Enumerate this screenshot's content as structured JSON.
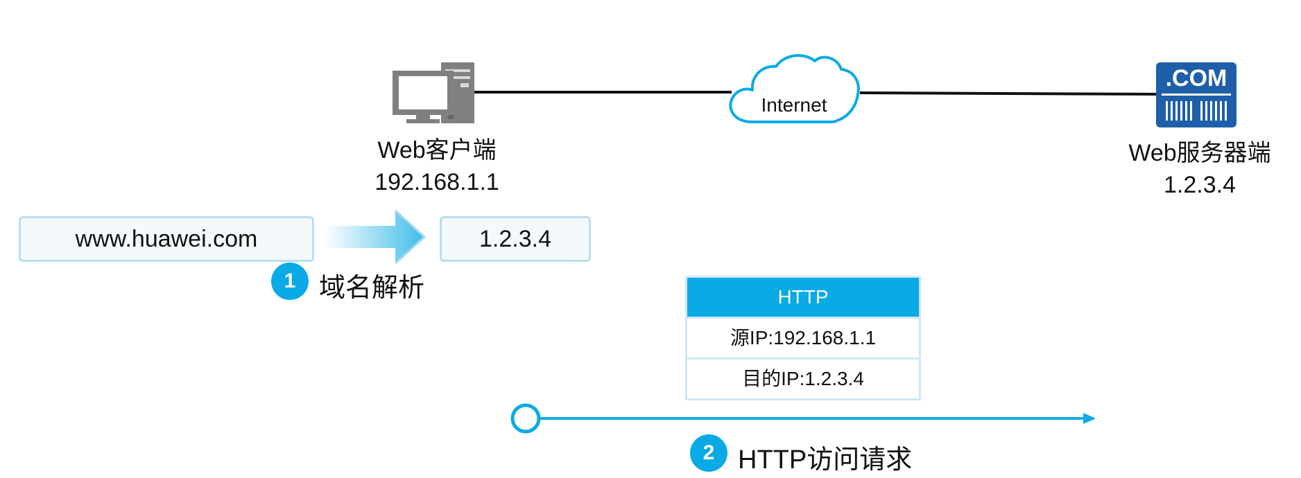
{
  "client": {
    "name": "Web客户端",
    "ip": "192.168.1.1"
  },
  "cloud": {
    "label": "Internet"
  },
  "server": {
    "logo": ".COM",
    "name": "Web服务器端",
    "ip": "1.2.3.4"
  },
  "dns": {
    "domain": "www.huawei.com",
    "resolved_ip": "1.2.3.4"
  },
  "step1": {
    "number": "1",
    "label": "域名解析"
  },
  "packet": {
    "header": "HTTP",
    "src": "源IP:192.168.1.1",
    "dst": "目的IP:1.2.3.4"
  },
  "step2": {
    "number": "2",
    "label": "HTTP访问请求"
  },
  "colors": {
    "accent": "#0AAAE6",
    "box_border": "#B9DEF2",
    "server": "#1F5FA9",
    "pc": "#808080"
  }
}
